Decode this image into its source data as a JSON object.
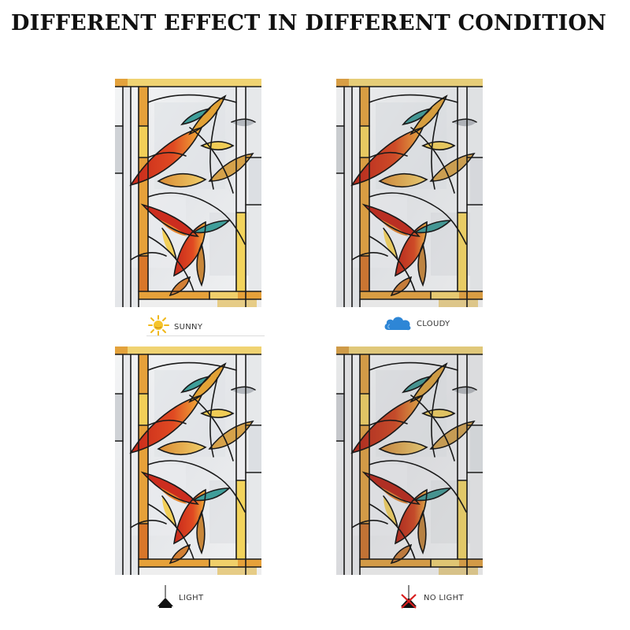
{
  "title": "DIFFERENT EFFECT IN DIFFERENT CONDITION",
  "conditions": [
    {
      "label": "SUNNY",
      "icon": "sun-icon",
      "color": "#f0b81c"
    },
    {
      "label": "CLOUDY",
      "icon": "cloud-icon",
      "color": "#2e86d6"
    },
    {
      "label": "LIGHT",
      "icon": "lamp-icon",
      "color": "#111111"
    },
    {
      "label": "NO LIGHT",
      "icon": "lamp-off-icon",
      "color": "#d81e1e"
    }
  ],
  "palette": {
    "amber": "#e6a13a",
    "orange": "#d9772a",
    "red": "#d4301f",
    "yellow": "#f2d35c",
    "teal": "#3f9e9a",
    "frost": "#eceef0",
    "lead": "#1a1a1a"
  }
}
